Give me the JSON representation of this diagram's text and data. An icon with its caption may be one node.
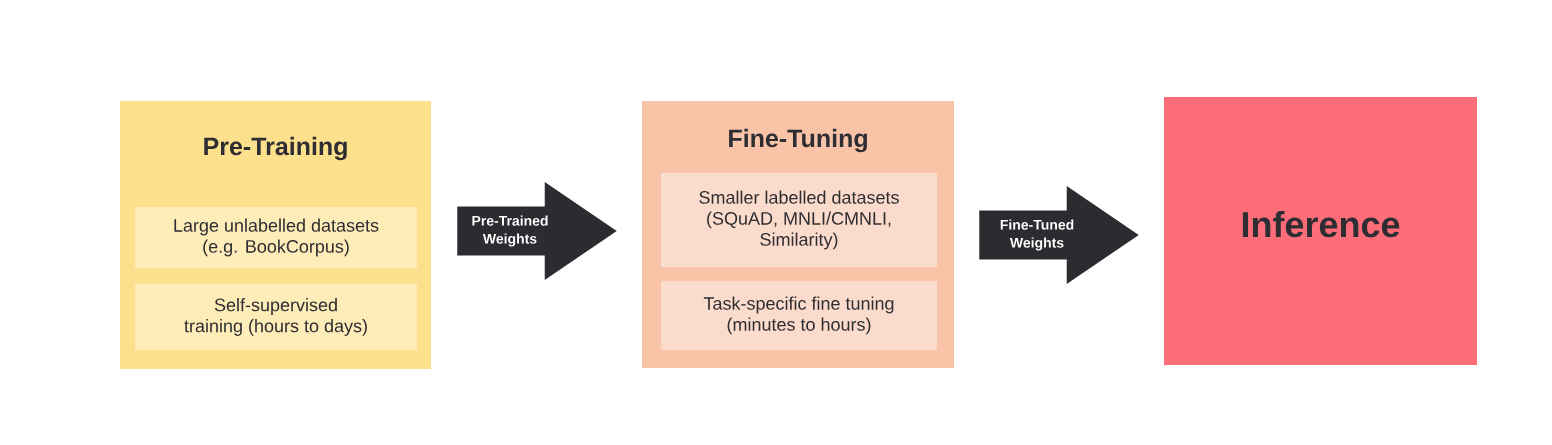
{
  "diagram": {
    "nodes": [
      {
        "text": [
          "Pre-Training"
        ]
      },
      {
        "text": [
          "Large unlabelled datasets (e.g. BookCorpus)"
        ],
        "in": 0
      },
      {
        "text": [
          "Self-supervised training (hours to days)"
        ],
        "in": 0
      },
      {
        "text": [
          "Fine-Tuning"
        ]
      },
      {
        "text": [
          "Smaller labelled datasets (SQuAD, MNLI/CMNLI, Similarity)"
        ],
        "in": 3
      },
      {
        "text": [
          "Task-specific fine tuning (minutes to hours)"
        ],
        "in": 3
      },
      {
        "text": [
          "Inference"
        ]
      }
    ],
    "edges": [
      {
        "from": 0,
        "to": 3,
        "arrow": "to",
        "label": "Pre-Trained Weights"
      },
      {
        "from": 3,
        "to": 6,
        "arrow": "to",
        "label": "Fine-Tuned Weights"
      }
    ]
  }
}
